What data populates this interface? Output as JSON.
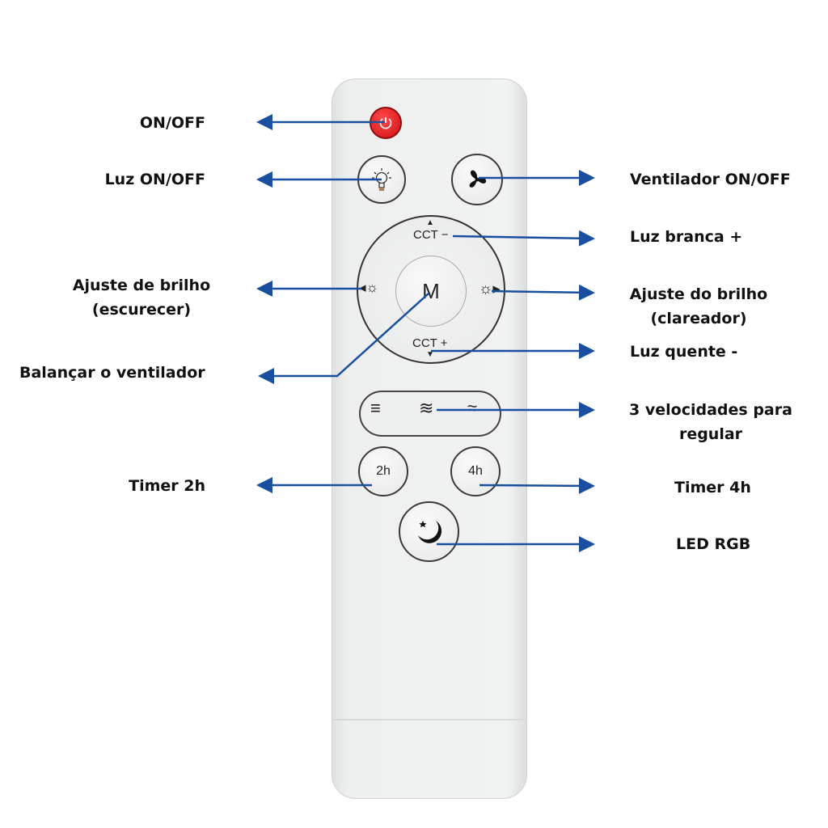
{
  "labels": {
    "on_off": "ON/OFF",
    "luz_on_off": "Luz ON/OFF",
    "ventilador": "Ventilador ON/OFF",
    "luz_branca": "Luz branca +",
    "brilho_esc_1": "Ajuste de brilho",
    "brilho_esc_2": "(escurecer)",
    "brilho_clar_1": "Ajuste do brilho",
    "brilho_clar_2": "(clareador)",
    "balancar": "Balançar o ventilador",
    "luz_quente": "Luz quente -",
    "velocidades_1": "3 velocidades para",
    "velocidades_2": "regular",
    "timer2": "Timer 2h",
    "timer4": "Timer 4h",
    "led": "LED RGB"
  },
  "remote": {
    "cct_minus": "CCT −",
    "cct_plus": "CCT +",
    "mode": "M",
    "timer2": "2h",
    "timer4": "4h"
  },
  "colors": {
    "arrow": "#1a4fa0",
    "power": "#e0161b"
  }
}
